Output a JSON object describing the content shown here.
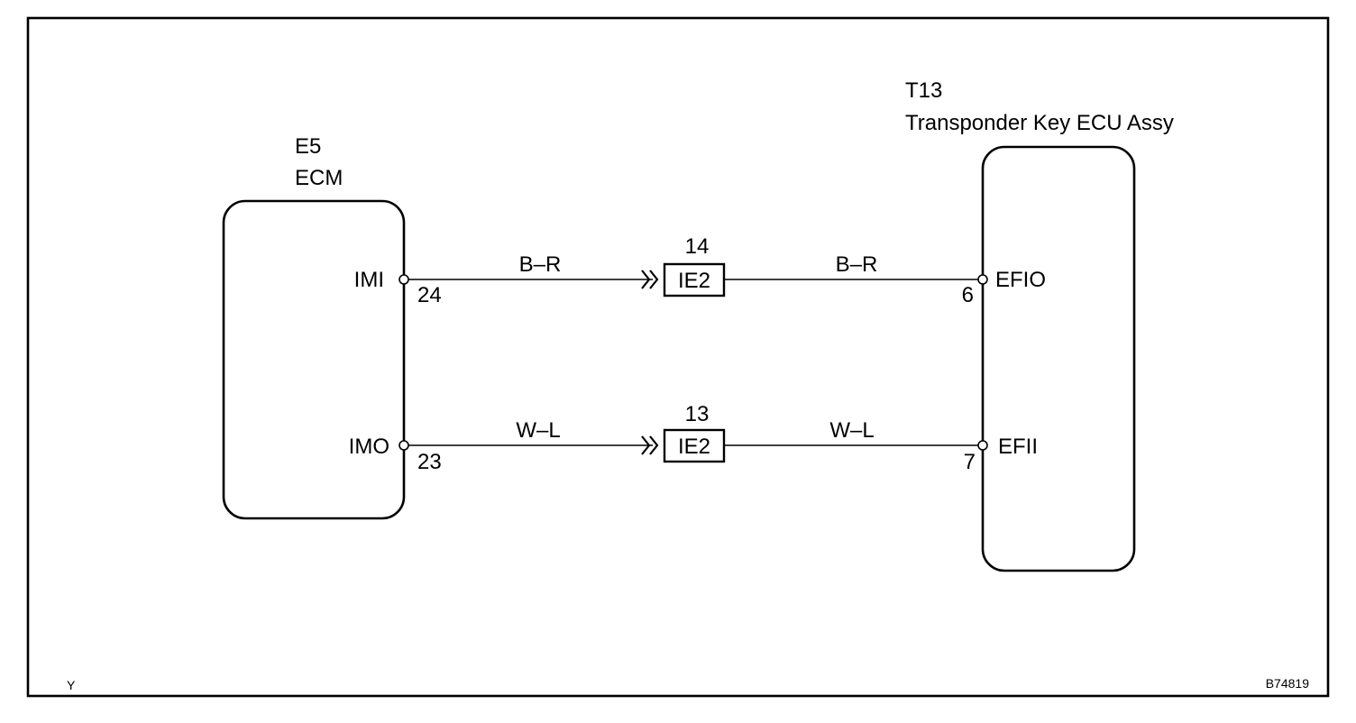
{
  "diagram": {
    "corner_left": "Y",
    "corner_right": "B74819",
    "ecm": {
      "code": "E5",
      "name": "ECM",
      "pins": [
        {
          "name": "IMI",
          "number": "24"
        },
        {
          "name": "IMO",
          "number": "23"
        }
      ]
    },
    "transponder": {
      "code": "T13",
      "name": "Transponder Key ECU Assy",
      "pins": [
        {
          "name": "EFIO",
          "number": "6"
        },
        {
          "name": "EFII",
          "number": "7"
        }
      ]
    },
    "circuits": [
      {
        "wire_color_left": "B–R",
        "wire_color_right": "B–R",
        "connector_label": "IE2",
        "connector_pin": "14"
      },
      {
        "wire_color_left": "W–L",
        "wire_color_right": "W–L",
        "connector_label": "IE2",
        "connector_pin": "13"
      }
    ]
  }
}
